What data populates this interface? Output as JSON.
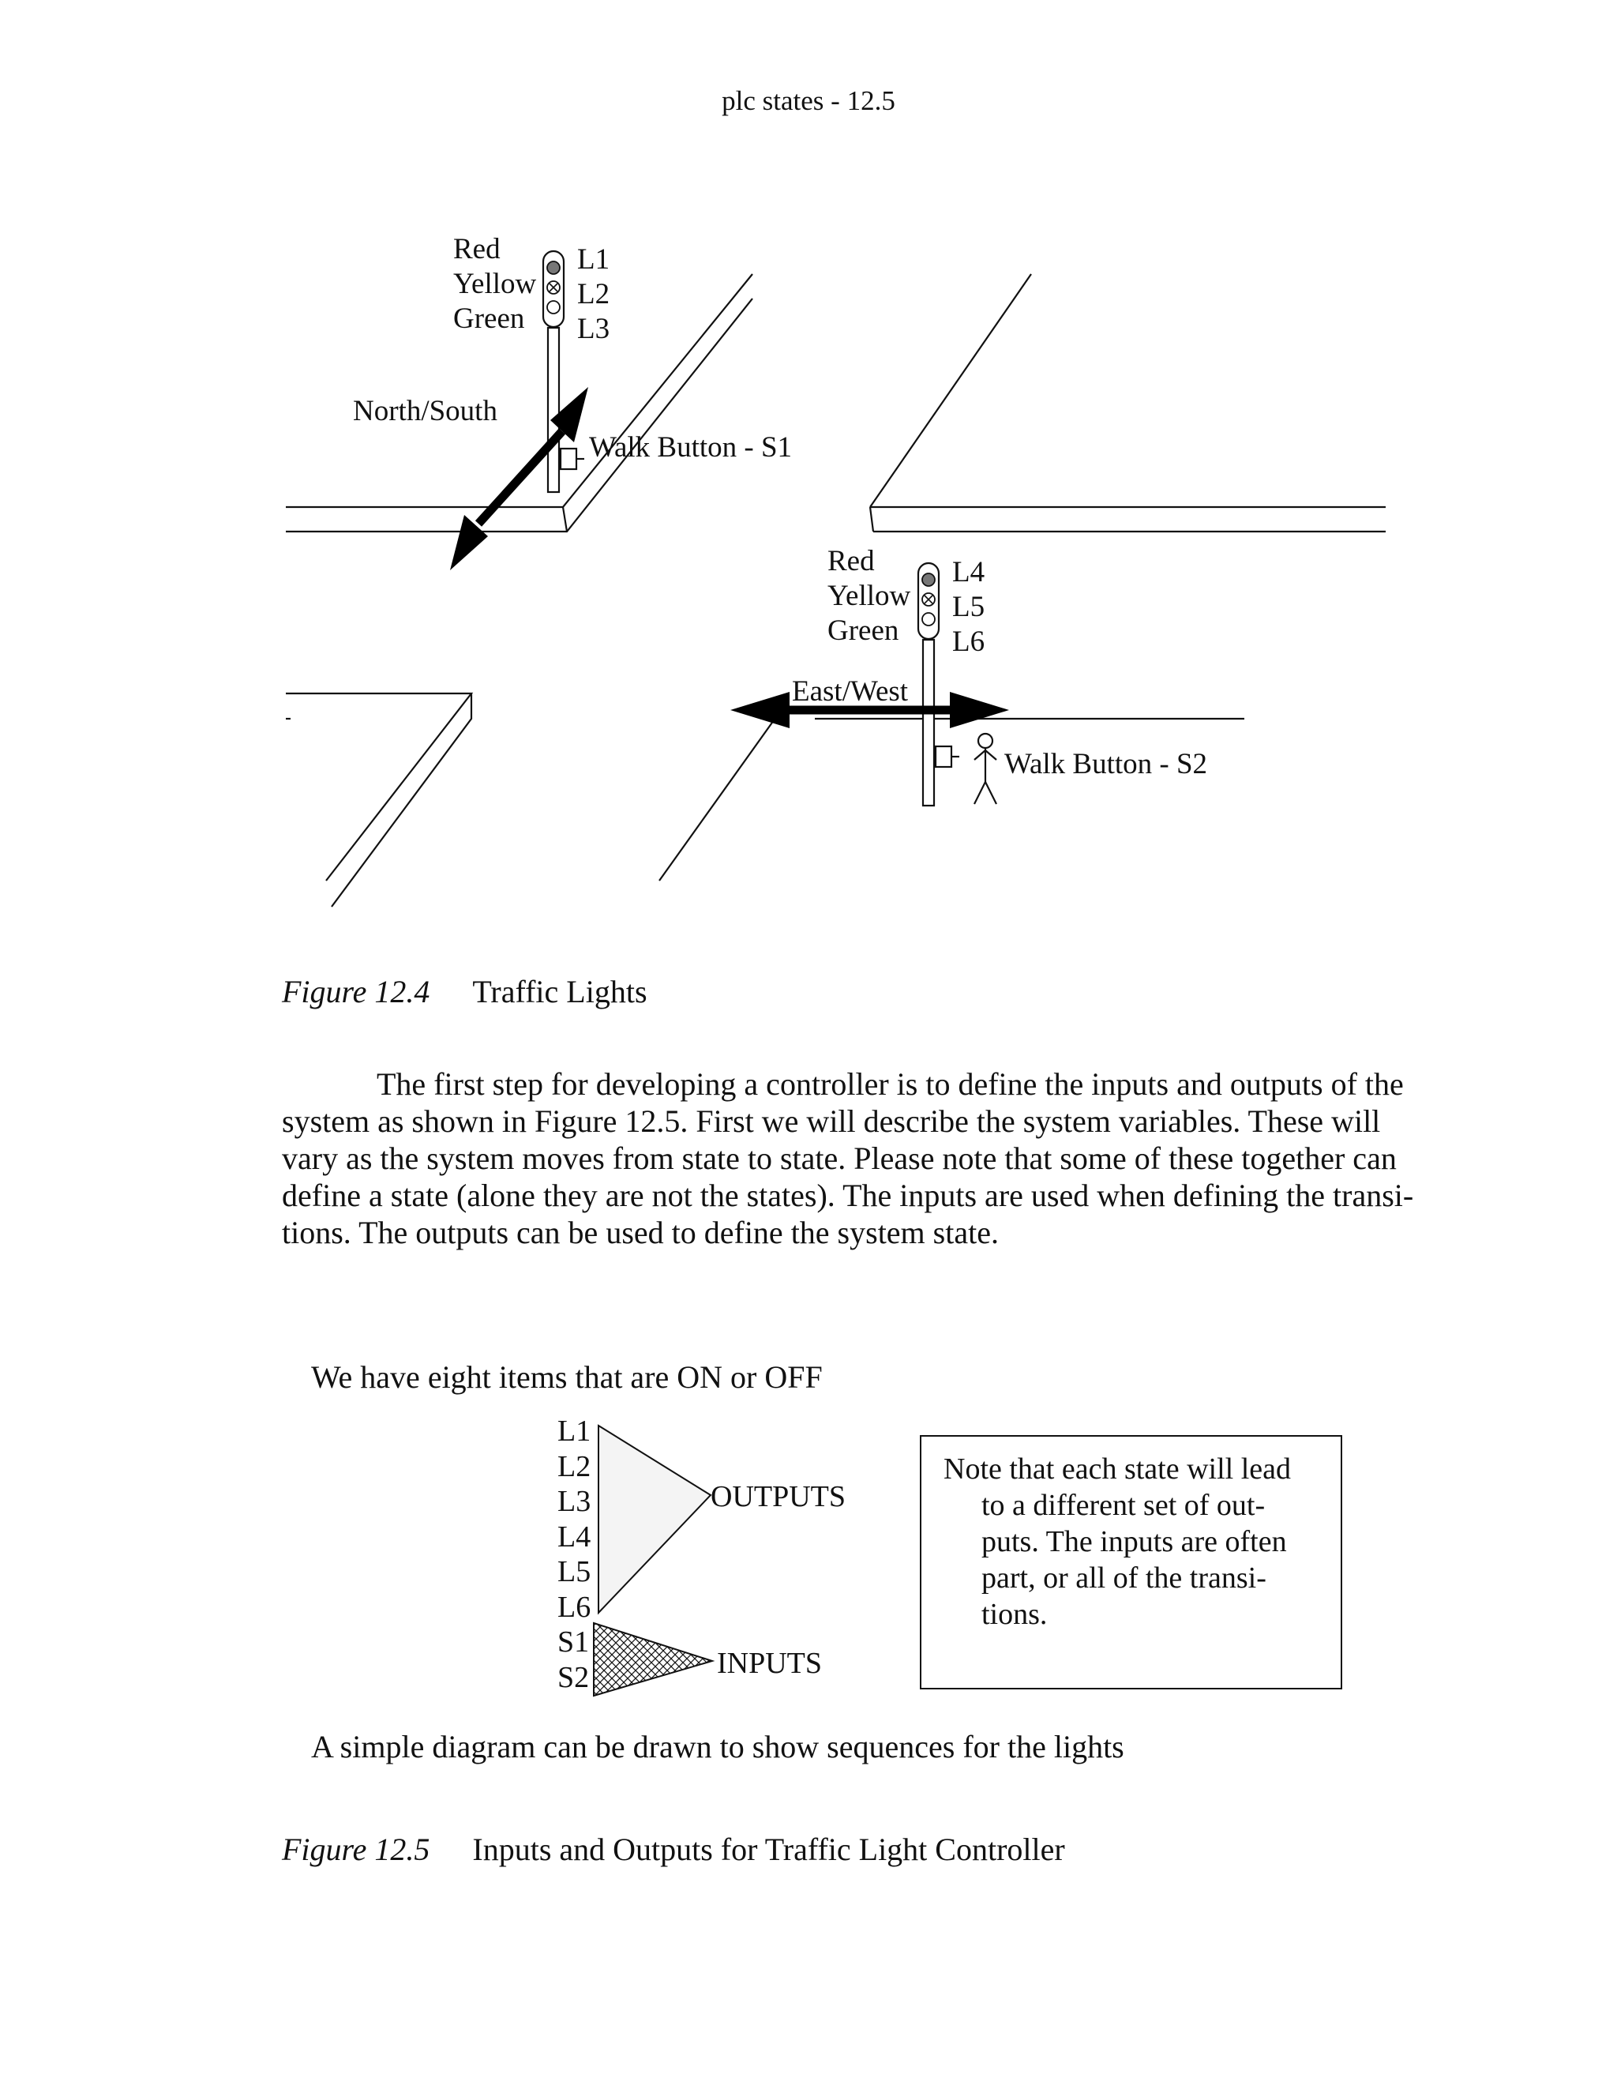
{
  "header": {
    "running_title": "plc states - 12.5"
  },
  "figure_12_4": {
    "light_ns": {
      "color_labels": [
        "Red",
        "Yellow",
        "Green"
      ],
      "lamp_labels": [
        "L1",
        "L2",
        "L3"
      ]
    },
    "light_ew": {
      "color_labels": [
        "Red",
        "Yellow",
        "Green"
      ],
      "lamp_labels": [
        "L4",
        "L5",
        "L6"
      ]
    },
    "north_south_label": "North/South",
    "east_west_label": "East/West",
    "walk_button_1": "Walk Button - S1",
    "walk_button_2": "Walk Button - S2",
    "caption_number": "Figure 12.4",
    "caption_title": "Traffic Lights"
  },
  "body_paragraph": [
    "The first step for developing a controller is to define the inputs and outputs of the",
    "system as shown in Figure 12.5. First we will describe the system variables. These will",
    "vary as the system moves from state to state. Please note that some of these together can",
    "define a state (alone they are not the states). The inputs are used when defining the transi-",
    "tions. The outputs can be used to define the system state."
  ],
  "figure_12_5": {
    "intro_text": "We have eight items that are ON or OFF",
    "items": [
      "L1",
      "L2",
      "L3",
      "L4",
      "L5",
      "L6",
      "S1",
      "S2"
    ],
    "outputs_label": "OUTPUTS",
    "inputs_label": "INPUTS",
    "note_lines": [
      "Note that each state will lead",
      "to a different set of out-",
      "puts. The inputs are often",
      "part, or all of the transi-",
      "tions."
    ],
    "footer_text": "A simple diagram can be drawn to show sequences for the lights",
    "caption_number": "Figure 12.5",
    "caption_title": "Inputs and Outputs for Traffic Light Controller"
  }
}
